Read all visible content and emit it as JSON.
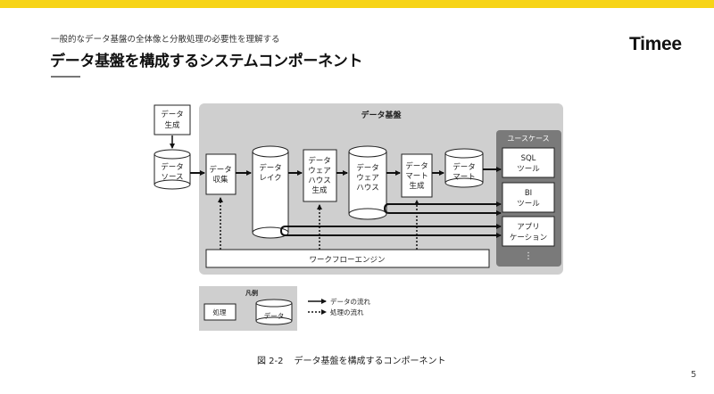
{
  "header": {
    "subtitle": "一般的なデータ基盤の全体像と分散処理の必要性を理解する",
    "title": "データ基盤を構成するシステムコンポーネント",
    "logo": "Timee"
  },
  "diagram": {
    "platform_title": "データ基盤",
    "data_generation": [
      "データ",
      "生成"
    ],
    "data_source": [
      "データ",
      "ソース"
    ],
    "data_collection": [
      "データ",
      "収集"
    ],
    "data_lake": [
      "データ",
      "レイク"
    ],
    "dwh_generation": [
      "データ",
      "ウェア",
      "ハウス",
      "生成"
    ],
    "dwh": [
      "データ",
      "ウェア",
      "ハウス"
    ],
    "mart_generation": [
      "データ",
      "マート",
      "生成"
    ],
    "data_mart": [
      "データ",
      "マート"
    ],
    "use_case_title": "ユースケース",
    "sql_tool": [
      "SQL",
      "ツール"
    ],
    "bi_tool": [
      "BI",
      "ツール"
    ],
    "application": [
      "アプリ",
      "ケーション"
    ],
    "ellipsis": "⋮",
    "workflow_engine": "ワークフローエンジン",
    "legend": {
      "title": "凡例",
      "process": "処理",
      "data": "データ",
      "data_flow": "データの流れ",
      "process_flow": "処理の流れ"
    }
  },
  "caption": {
    "figure_no": "図 2-2",
    "text": "データ基盤を構成するコンポーネント"
  },
  "page_number": "5"
}
